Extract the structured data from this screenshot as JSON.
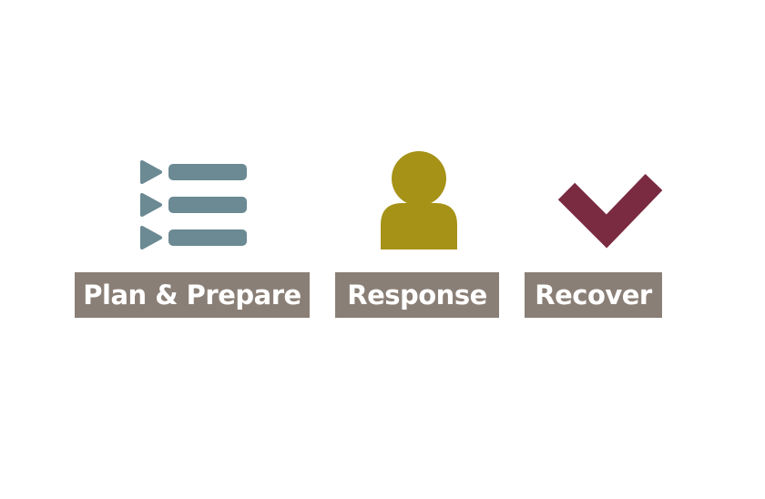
{
  "steps": [
    {
      "label": "Plan & Prepare",
      "icon": "checklist-icon",
      "color": "#6b8a93"
    },
    {
      "label": "Response",
      "icon": "person-icon",
      "color": "#a69217"
    },
    {
      "label": "Recover",
      "icon": "checkmark-icon",
      "color": "#7a2a41"
    }
  ],
  "colors": {
    "label_background": "#8a7f76",
    "label_text": "#ffffff",
    "background": "#ffffff"
  }
}
